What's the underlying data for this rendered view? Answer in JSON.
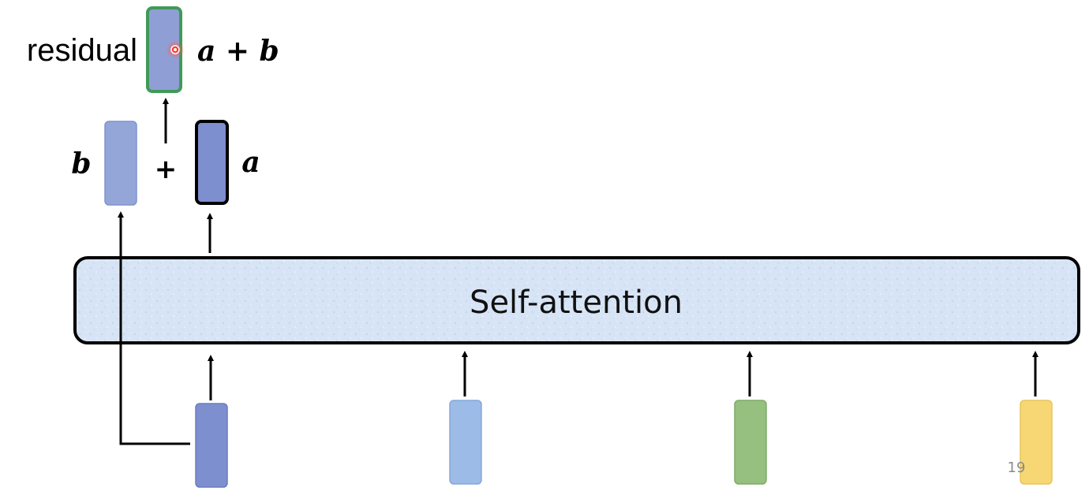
{
  "diagram": {
    "self_attention_label": "Self-attention",
    "residual_label": "residual",
    "sum_label": "𝒂 + 𝒃",
    "b_label": "b",
    "a_label": "a",
    "plus_label": "+",
    "page_number": "19"
  },
  "colors": {
    "input_1": "#7d8fcf",
    "input_2": "#9cbbe6",
    "input_3": "#96c07f",
    "input_4": "#f7d774",
    "vector_b": "#94a6d8",
    "vector_a": "#7d8fcf",
    "residual_border": "#3f9a57",
    "residual_fill": "#8f9fd6",
    "block_fill": "#d7e4f5",
    "pointer": "#ff3b2f"
  }
}
